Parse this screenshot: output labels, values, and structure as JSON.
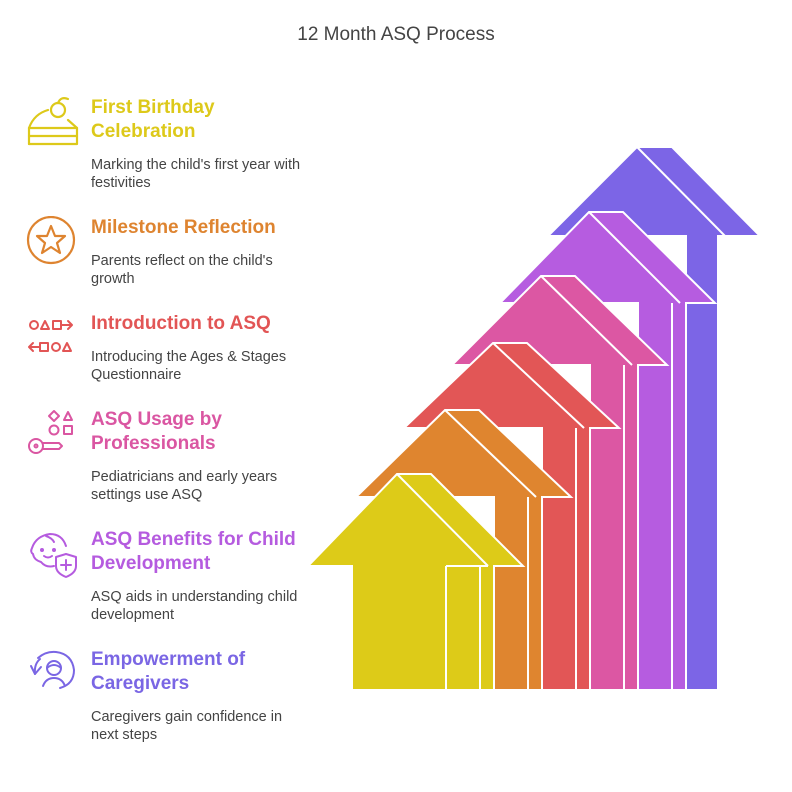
{
  "title": "12 Month ASQ Process",
  "steps": [
    {
      "heading": "First Birthday Celebration",
      "description": "Marking the child's first year with festivities",
      "color": "#DDC91A",
      "icon": "cake-slice-icon"
    },
    {
      "heading": "Milestone Reflection",
      "description": "Parents reflect on the child's growth",
      "color": "#DE8430",
      "icon": "star-circle-icon"
    },
    {
      "heading": "Introduction to ASQ",
      "description": "Introducing the Ages & Stages Questionnaire",
      "color": "#E25555",
      "icon": "shapes-sequence-icon"
    },
    {
      "heading": "ASQ Usage by Professionals",
      "description": "Pediatricians and early years settings use ASQ",
      "color": "#DA56A2",
      "icon": "shapes-key-icon"
    },
    {
      "heading": "ASQ Benefits for Child Development",
      "description": "ASQ aids in understanding child development",
      "color": "#B55BDF",
      "icon": "baby-shield-icon"
    },
    {
      "heading": "Empowerment of Caregivers",
      "description": "Caregivers gain confidence in next steps",
      "color": "#7A66E4",
      "icon": "caregiver-cycle-icon"
    }
  ],
  "arrow_colors": [
    "#DDCB18",
    "#DF852F",
    "#E25656",
    "#DC57A3",
    "#B65CE0",
    "#7C65E6"
  ]
}
